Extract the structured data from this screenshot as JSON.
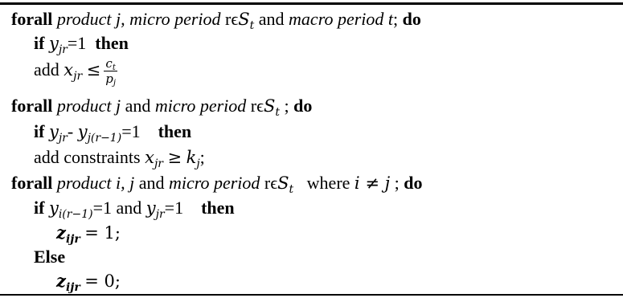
{
  "algorithm": {
    "lines": [
      {
        "kw1": "forall",
        "t1": "product j, micro period",
        "t2": "rϵ",
        "m1": "S",
        "m1sub": "t",
        "t3": "and",
        "t4": "macro period t",
        "t5": ";",
        "kw2": "do"
      },
      {
        "kw1": "if",
        "m1": "y",
        "m1sub": "jr",
        "t1": "=1",
        "kw2": "then"
      },
      {
        "t1": "add",
        "m1": "x",
        "m1sub": "jr",
        "op": "≤",
        "fnum": "c",
        "fnumsub": "t",
        "fden": "p",
        "fdensub": "j"
      },
      {
        "kw1": "forall",
        "t1": "product j",
        "t2": "and",
        "t3": "micro period",
        "t4": "rϵ",
        "m1": "S",
        "m1sub": "t",
        "t5": ";",
        "kw2": "do"
      },
      {
        "kw1": "if",
        "m1": "y",
        "m1sub": "jr",
        "t1": "-",
        "m2": "y",
        "m2sub": "j(r−1)",
        "t2": "=1",
        "kw2": "then"
      },
      {
        "t1": "add constraints",
        "m1": "x",
        "m1sub": "jr",
        "op": "≥",
        "m2": "k",
        "m2sub": "j",
        "t2": ";"
      },
      {
        "kw1": "forall",
        "t1": "product i, j",
        "t2": "and",
        "t3": "micro period",
        "t4": "rϵ",
        "m1": "S",
        "m1sub": "t",
        "t5": "where",
        "m2": "i ≠ j",
        "t6": ";",
        "kw2": "do"
      },
      {
        "kw1": "if",
        "m1": "y",
        "m1sub": "i(r−1)",
        "t1": "=1 and",
        "m2": "y",
        "m2sub": "jr",
        "t2": "=1",
        "kw2": "then"
      },
      {
        "m1": "z",
        "m1sub": "ijr",
        "t1": "= 1;"
      },
      {
        "kw1": "Else"
      },
      {
        "m1": "z",
        "m1sub": "ijr",
        "t1": "= 0;"
      }
    ]
  }
}
